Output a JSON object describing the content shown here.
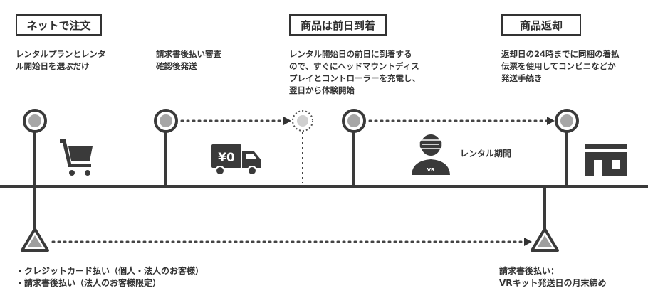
{
  "steps": [
    {
      "title": "ネットで注文",
      "desc": [
        "レンタルプランとレンタ",
        "ル開始日を選ぶだけ"
      ]
    },
    {
      "title": "",
      "desc": [
        "請求書後払い審査",
        "確認後発送"
      ]
    },
    {
      "title": "商品は前日到着",
      "desc": [
        "レンタル開始日の前日に到着する",
        "ので、すぐにヘッドマウントディス",
        "プレイとコントローラーを充電し、",
        "翌日から体験開始"
      ]
    },
    {
      "title": "商品返却",
      "desc": [
        "返却日の24時までに同梱の着払",
        "伝票を使用してコンビニなどか",
        "発送手続き"
      ]
    }
  ],
  "truck_label": "¥0",
  "vr_badge": "VR",
  "rental_period_label": "レンタル期間",
  "payment": {
    "left_items": [
      "・クレジットカード払い（個人・法人のお客様）",
      "・請求書後払い（法人のお客様限定）"
    ],
    "right_lines": [
      "請求書後払い：",
      "VRキット発送日の月末締め"
    ]
  },
  "icons": [
    "cart-icon",
    "truck-icon",
    "vr-headset-person-icon",
    "convenience-store-icon"
  ],
  "colors": {
    "line": "#3a3a3a",
    "circle_fill": "#a6a6a6",
    "triangle_fill": "#9e9e9e",
    "dotted": "#444444"
  }
}
